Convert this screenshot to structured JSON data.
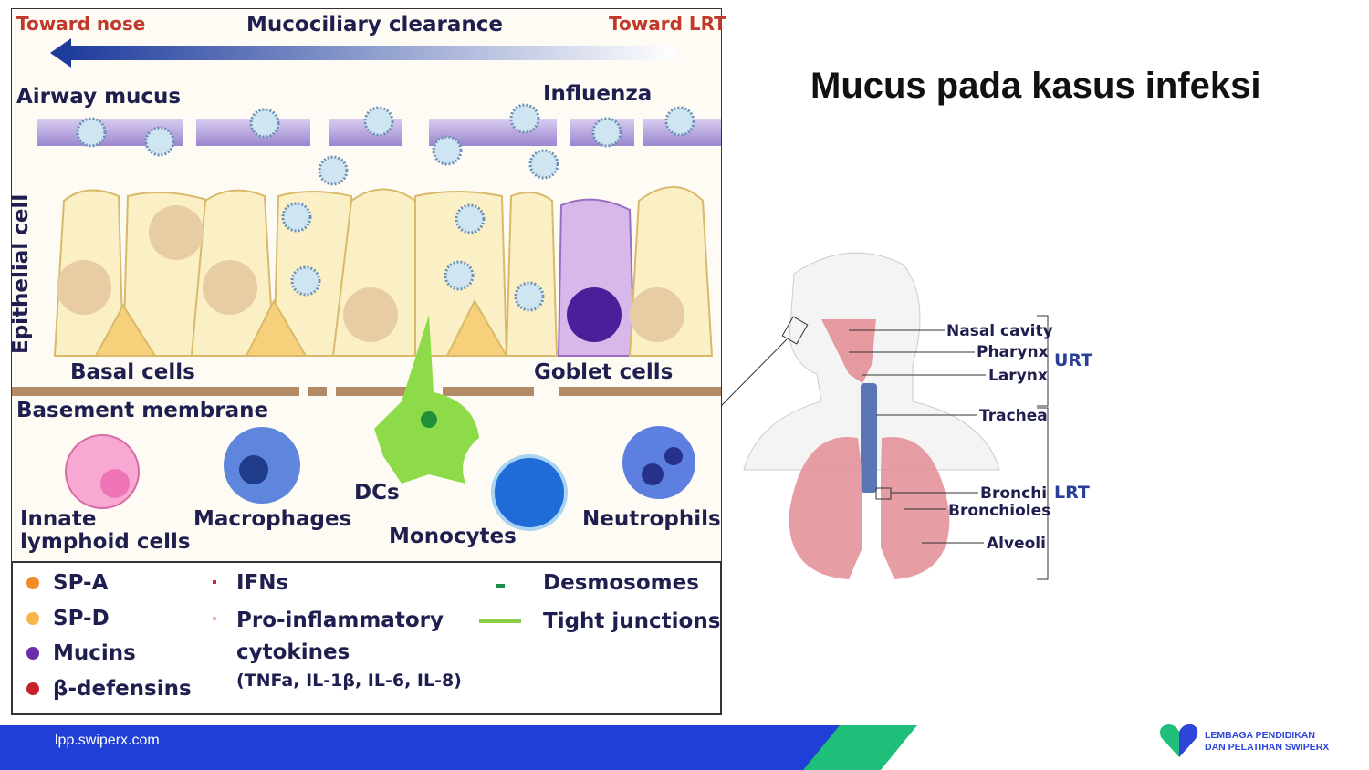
{
  "slide": {
    "title": "Mucus pada kasus infeksi",
    "footer_url": "lpp.swiperx.com"
  },
  "logo": {
    "line1": "LEMBAGA PENDIDIKAN",
    "line2": "DAN PELATIHAN SWIPERX"
  },
  "colors": {
    "footer_blue": "#1f3fd6",
    "footer_green": "#1fbf7a",
    "text_dark": "#1f1f4f",
    "label_red": "#c0392b",
    "urt_blue": "#2a3f9a"
  },
  "figure": {
    "toward_nose": "Toward nose",
    "mucociliary": "Mucociliary clearance",
    "toward_lrt": "Toward LRT",
    "airway_mucus": "Airway mucus",
    "influenza": "Influenza",
    "epithelial": "Epithelial cell",
    "basal": "Basal cells",
    "goblet": "Goblet cells",
    "basement": "Basement membrane",
    "dcs": "DCs",
    "innate1": "Innate",
    "innate2": "lymphoid cells",
    "macrophages": "Macrophages",
    "monocytes": "Monocytes",
    "neutrophils": "Neutrophils"
  },
  "legend": {
    "spa": "SP-A",
    "spd": "SP-D",
    "mucins": "Mucins",
    "bdef": "β-defensins",
    "ifns": "IFNs",
    "proinf1": "Pro-inflammatory",
    "proinf2": "cytokines",
    "proinf3": "(TNFa, IL-1β, IL-6, IL-8)",
    "desmo": "Desmosomes",
    "tight": "Tight junctions"
  },
  "anatomy": {
    "nasal": "Nasal cavity",
    "pharynx": "Pharynx",
    "larynx": "Larynx",
    "trachea": "Trachea",
    "bronchi": "Bronchi",
    "bronchioles": "Bronchioles",
    "alveoli": "Alveoli",
    "urt": "URT",
    "lrt": "LRT"
  }
}
